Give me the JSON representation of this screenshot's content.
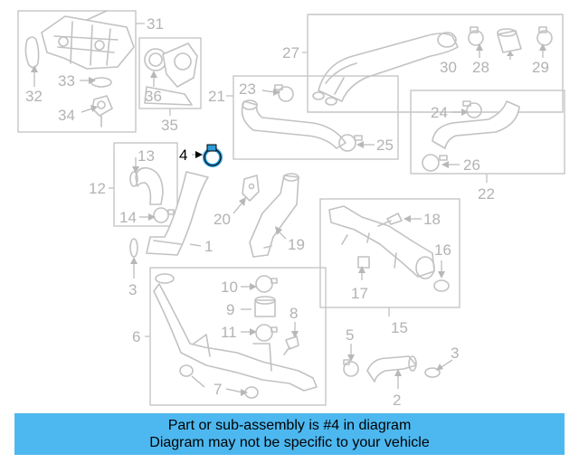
{
  "highlight_color": "#2d9bd8",
  "banner": {
    "line1": "Part or sub-assembly is #4 in diagram",
    "line2": "Diagram may not be specific to your vehicle",
    "color": "#4db8f0"
  },
  "callouts": [
    {
      "id": "31",
      "label": "31"
    },
    {
      "id": "32",
      "label": "32"
    },
    {
      "id": "33",
      "label": "33"
    },
    {
      "id": "34",
      "label": "34"
    },
    {
      "id": "35",
      "label": "35"
    },
    {
      "id": "36",
      "label": "36"
    },
    {
      "id": "27",
      "label": "27"
    },
    {
      "id": "30",
      "label": "30"
    },
    {
      "id": "28",
      "label": "28"
    },
    {
      "id": "29",
      "label": "29"
    },
    {
      "id": "21",
      "label": "21"
    },
    {
      "id": "23",
      "label": "23"
    },
    {
      "id": "25",
      "label": "25"
    },
    {
      "id": "24",
      "label": "24"
    },
    {
      "id": "26",
      "label": "26"
    },
    {
      "id": "22",
      "label": "22"
    },
    {
      "id": "4",
      "label": "4"
    },
    {
      "id": "13",
      "label": "13"
    },
    {
      "id": "12",
      "label": "12"
    },
    {
      "id": "14",
      "label": "14"
    },
    {
      "id": "20",
      "label": "20"
    },
    {
      "id": "19",
      "label": "19"
    },
    {
      "id": "1",
      "label": "1"
    },
    {
      "id": "18",
      "label": "18"
    },
    {
      "id": "16",
      "label": "16"
    },
    {
      "id": "17",
      "label": "17"
    },
    {
      "id": "15",
      "label": "15"
    },
    {
      "id": "3a",
      "label": "3"
    },
    {
      "id": "10",
      "label": "10"
    },
    {
      "id": "9",
      "label": "9"
    },
    {
      "id": "8",
      "label": "8"
    },
    {
      "id": "11",
      "label": "11"
    },
    {
      "id": "6",
      "label": "6"
    },
    {
      "id": "7",
      "label": "7"
    },
    {
      "id": "5",
      "label": "5"
    },
    {
      "id": "3b",
      "label": "3"
    },
    {
      "id": "2",
      "label": "2"
    }
  ]
}
